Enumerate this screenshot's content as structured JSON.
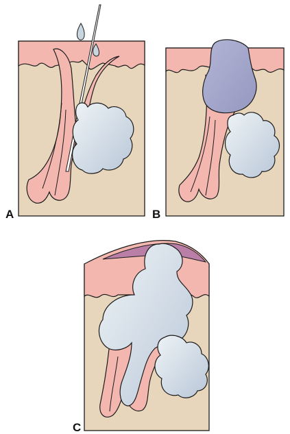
{
  "figure": {
    "panels": [
      {
        "id": "a",
        "label": "A"
      },
      {
        "id": "b",
        "label": "B"
      },
      {
        "id": "c",
        "label": "C"
      }
    ]
  },
  "colors": {
    "dermis": "#e7d6bb",
    "epidermis": "#f3b7b0",
    "outline": "#1a1a1a",
    "sebum": "#c9d6e0",
    "sebum_light": "#e2ecf1",
    "comedo_plug": "#a8abcc",
    "inflamed_cap": "#b97fa6",
    "background": "#ffffff"
  },
  "icons": {
    "hair": "hair-shaft-icon",
    "gland": "sebaceous-gland-icon"
  }
}
